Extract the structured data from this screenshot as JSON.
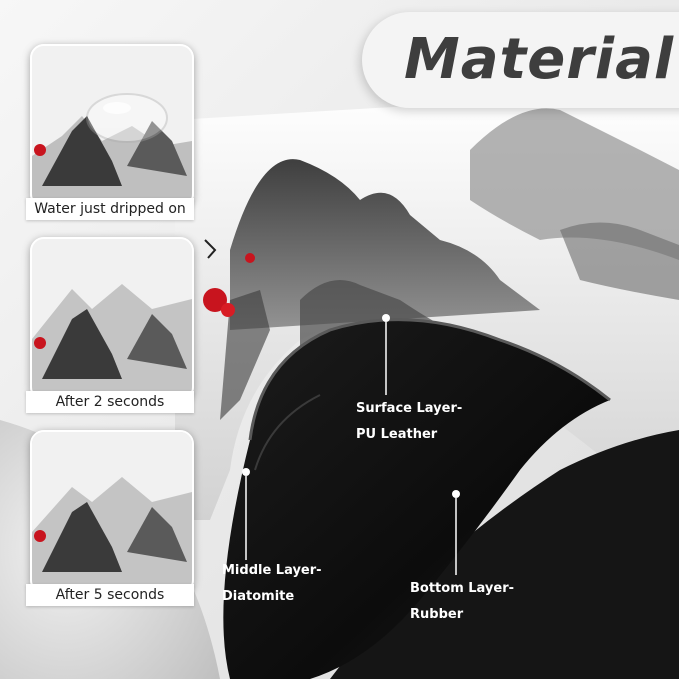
{
  "title": "Material",
  "captions": [
    "Water just dripped on",
    "After 2 seconds",
    "After 5 seconds"
  ],
  "layers": {
    "surface": {
      "line1": "Surface Layer-",
      "line2": "PU Leather"
    },
    "middle": {
      "line1": "Middle Layer-",
      "line2": "Diatomite"
    },
    "bottom": {
      "line1": "Bottom Layer-",
      "line2": "Rubber"
    }
  },
  "colors": {
    "title_text": "#3e3e3e",
    "label_text": "#ffffff",
    "accent_red": "#c8141e",
    "mat_black": "#111111"
  },
  "icons": [
    "mountain-landscape",
    "water-droplet",
    "red-blossom"
  ]
}
